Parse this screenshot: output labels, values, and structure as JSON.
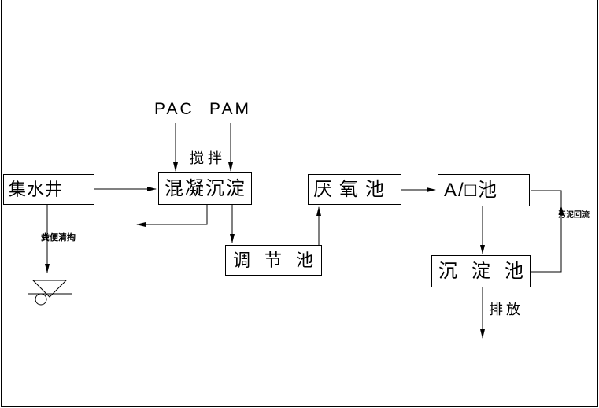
{
  "page": {
    "background_color": "#ffffff",
    "line_color": "#000000"
  },
  "diagram": {
    "chemicals": {
      "pac": "PAC",
      "pam": "PAM"
    },
    "mixing_label": "搅拌",
    "nodes": [
      {
        "id": "collection-well",
        "label": "集水井"
      },
      {
        "id": "coagulation-sedimentation",
        "label": "混凝沉淀"
      },
      {
        "id": "regulating-tank",
        "label": "调节池"
      },
      {
        "id": "anaerobic-tank",
        "label": "厌氧池"
      },
      {
        "id": "a-o-tank",
        "label": "A/□池"
      },
      {
        "id": "sedimentation-tank",
        "label": "沉淀池"
      }
    ],
    "annotations": {
      "manure_removal": "粪便清掏",
      "sludge_return": "污泥回流",
      "discharge": "排放"
    }
  }
}
